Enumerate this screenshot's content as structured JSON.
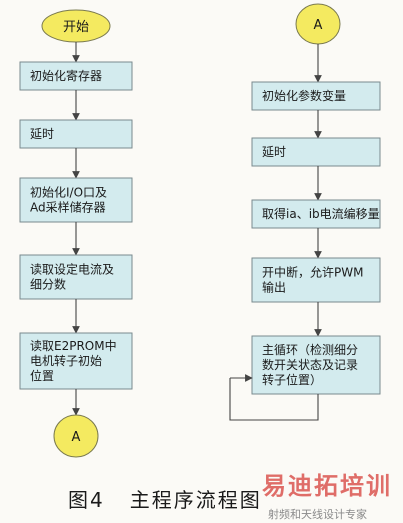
{
  "flowchart": {
    "left": {
      "start": "开始",
      "steps": [
        [
          "初始化寄存器"
        ],
        [
          "延时"
        ],
        [
          "初始化I/O口及",
          "Ad采样储存器"
        ],
        [
          "读取设定电流及",
          "细分数"
        ],
        [
          "读取E2PROM中",
          "电机转子初始",
          "位置"
        ]
      ],
      "end_connector": "A"
    },
    "right": {
      "start_connector": "A",
      "steps": [
        [
          "初始化参数变量"
        ],
        [
          "延时"
        ],
        [
          "取得ia、ib电流编移量"
        ],
        [
          "开中断，允许PWM",
          "输出"
        ],
        [
          "主循环（检测细分",
          "数开关状态及记录",
          "转子位置）"
        ]
      ]
    }
  },
  "caption": "图4   主程序流程图",
  "watermark": {
    "logo_text": "易迪拓培训",
    "subtitle": "射频和天线设计专家"
  }
}
